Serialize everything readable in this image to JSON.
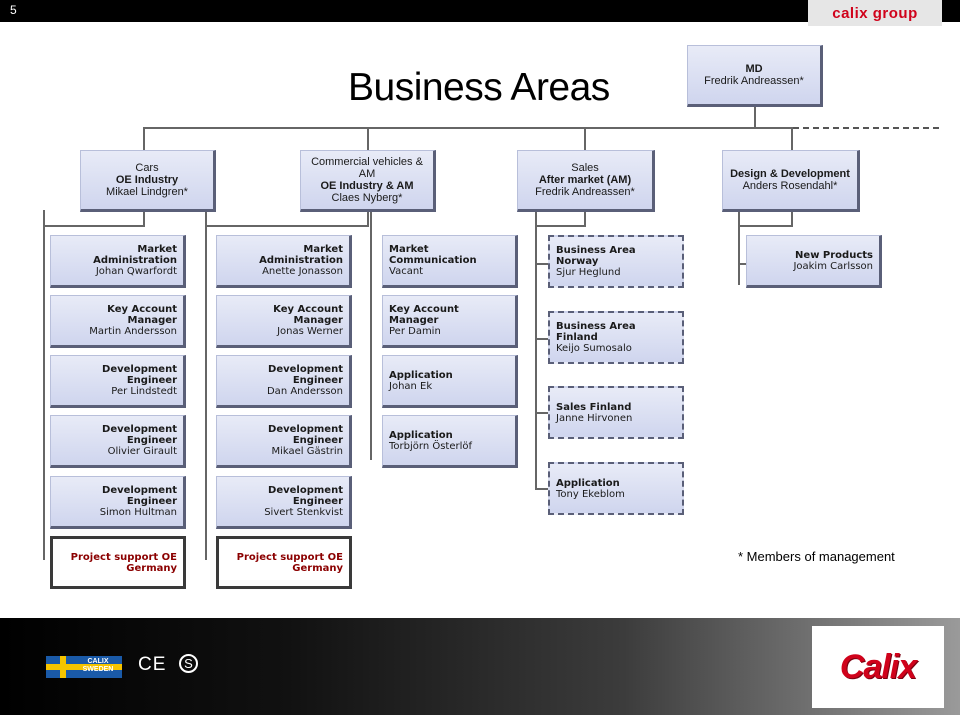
{
  "header": {
    "slide_number": "5",
    "logo_text": "calix group"
  },
  "title": "Business Areas",
  "md": {
    "line1": "MD",
    "line2": "Fredrik Andreassen*"
  },
  "business_areas": [
    {
      "lines": [
        "Cars",
        "OE Industry",
        "Mikael Lindgren*"
      ]
    },
    {
      "lines": [
        "Commercial vehicles & AM",
        "OE Industry & AM",
        "Claes Nyberg*"
      ]
    },
    {
      "lines": [
        "Sales",
        "After market (AM)",
        "Fredrik Andreassen*"
      ]
    },
    {
      "lines": [
        "Design & Development",
        "Anders Rosendahl*"
      ]
    }
  ],
  "columns": {
    "cars": [
      {
        "role": "Market Administration",
        "name": "Johan Qwarfordt"
      },
      {
        "role": "Key Account Manager",
        "name": "Martin Andersson"
      },
      {
        "role": "Development Engineer",
        "name": "Per Lindstedt"
      },
      {
        "role": "Development Engineer",
        "name": "Olivier Girault"
      },
      {
        "role": "Development Engineer",
        "name": "Simon Hultman"
      },
      {
        "role": "Project support OE",
        "name": "Germany"
      }
    ],
    "commercial": [
      {
        "role": "Market Administration",
        "name": "Anette Jonasson"
      },
      {
        "role": "Key Account Manager",
        "name": "Jonas Werner"
      },
      {
        "role": "Development Engineer",
        "name": "Dan Andersson"
      },
      {
        "role": "Development Engineer",
        "name": "Mikael Gästrin"
      },
      {
        "role": "Development Engineer",
        "name": "Sivert Stenkvist"
      },
      {
        "role": "Project support OE",
        "name": "Germany"
      }
    ],
    "sales": [
      {
        "role": "Market Communication",
        "name": "Vacant"
      },
      {
        "role": "Key Account Manager",
        "name": "Per Damin"
      },
      {
        "role": "Application",
        "name": "Johan Ek"
      },
      {
        "role": "Application",
        "name": "Torbjörn Österlöf"
      }
    ],
    "sales_dashed": [
      {
        "role": "Business Area Norway",
        "name": "Sjur Heglund"
      },
      {
        "role": "Business Area Finland",
        "name": "Keijo Sumosalo"
      },
      {
        "role": "Sales Finland",
        "name": "Janne Hirvonen"
      },
      {
        "role": "Application",
        "name": "Tony Ekeblom"
      }
    ],
    "design": [
      {
        "role": "New Products",
        "name": "Joakim Carlsson"
      }
    ]
  },
  "note": "* Members of management",
  "footer": {
    "badge_text_1": "CALIX",
    "badge_text_2": "SWEDEN",
    "ce_mark": "CE",
    "s_mark": "S",
    "logo_text": "Calix"
  },
  "colors": {
    "box_fill": "#d6dbf0",
    "box_shadow": "#5a5f78",
    "brand_red": "#d0021b"
  }
}
